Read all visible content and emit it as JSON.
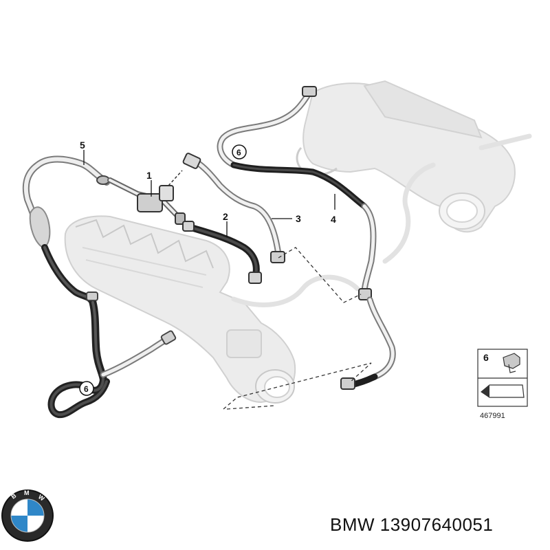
{
  "diagram": {
    "callouts": {
      "c1": "1",
      "c2": "2",
      "c3": "3",
      "c4": "4",
      "c5": "5",
      "c6a": "6",
      "c6b": "6"
    },
    "legend": {
      "item_number": "6",
      "reference": "467991"
    }
  },
  "logo": {
    "text": "BMW",
    "colors": {
      "blue": "#2f87c8",
      "white": "#ffffff",
      "ring": "#111111"
    }
  },
  "caption": {
    "text": "BMW 13907640051"
  }
}
